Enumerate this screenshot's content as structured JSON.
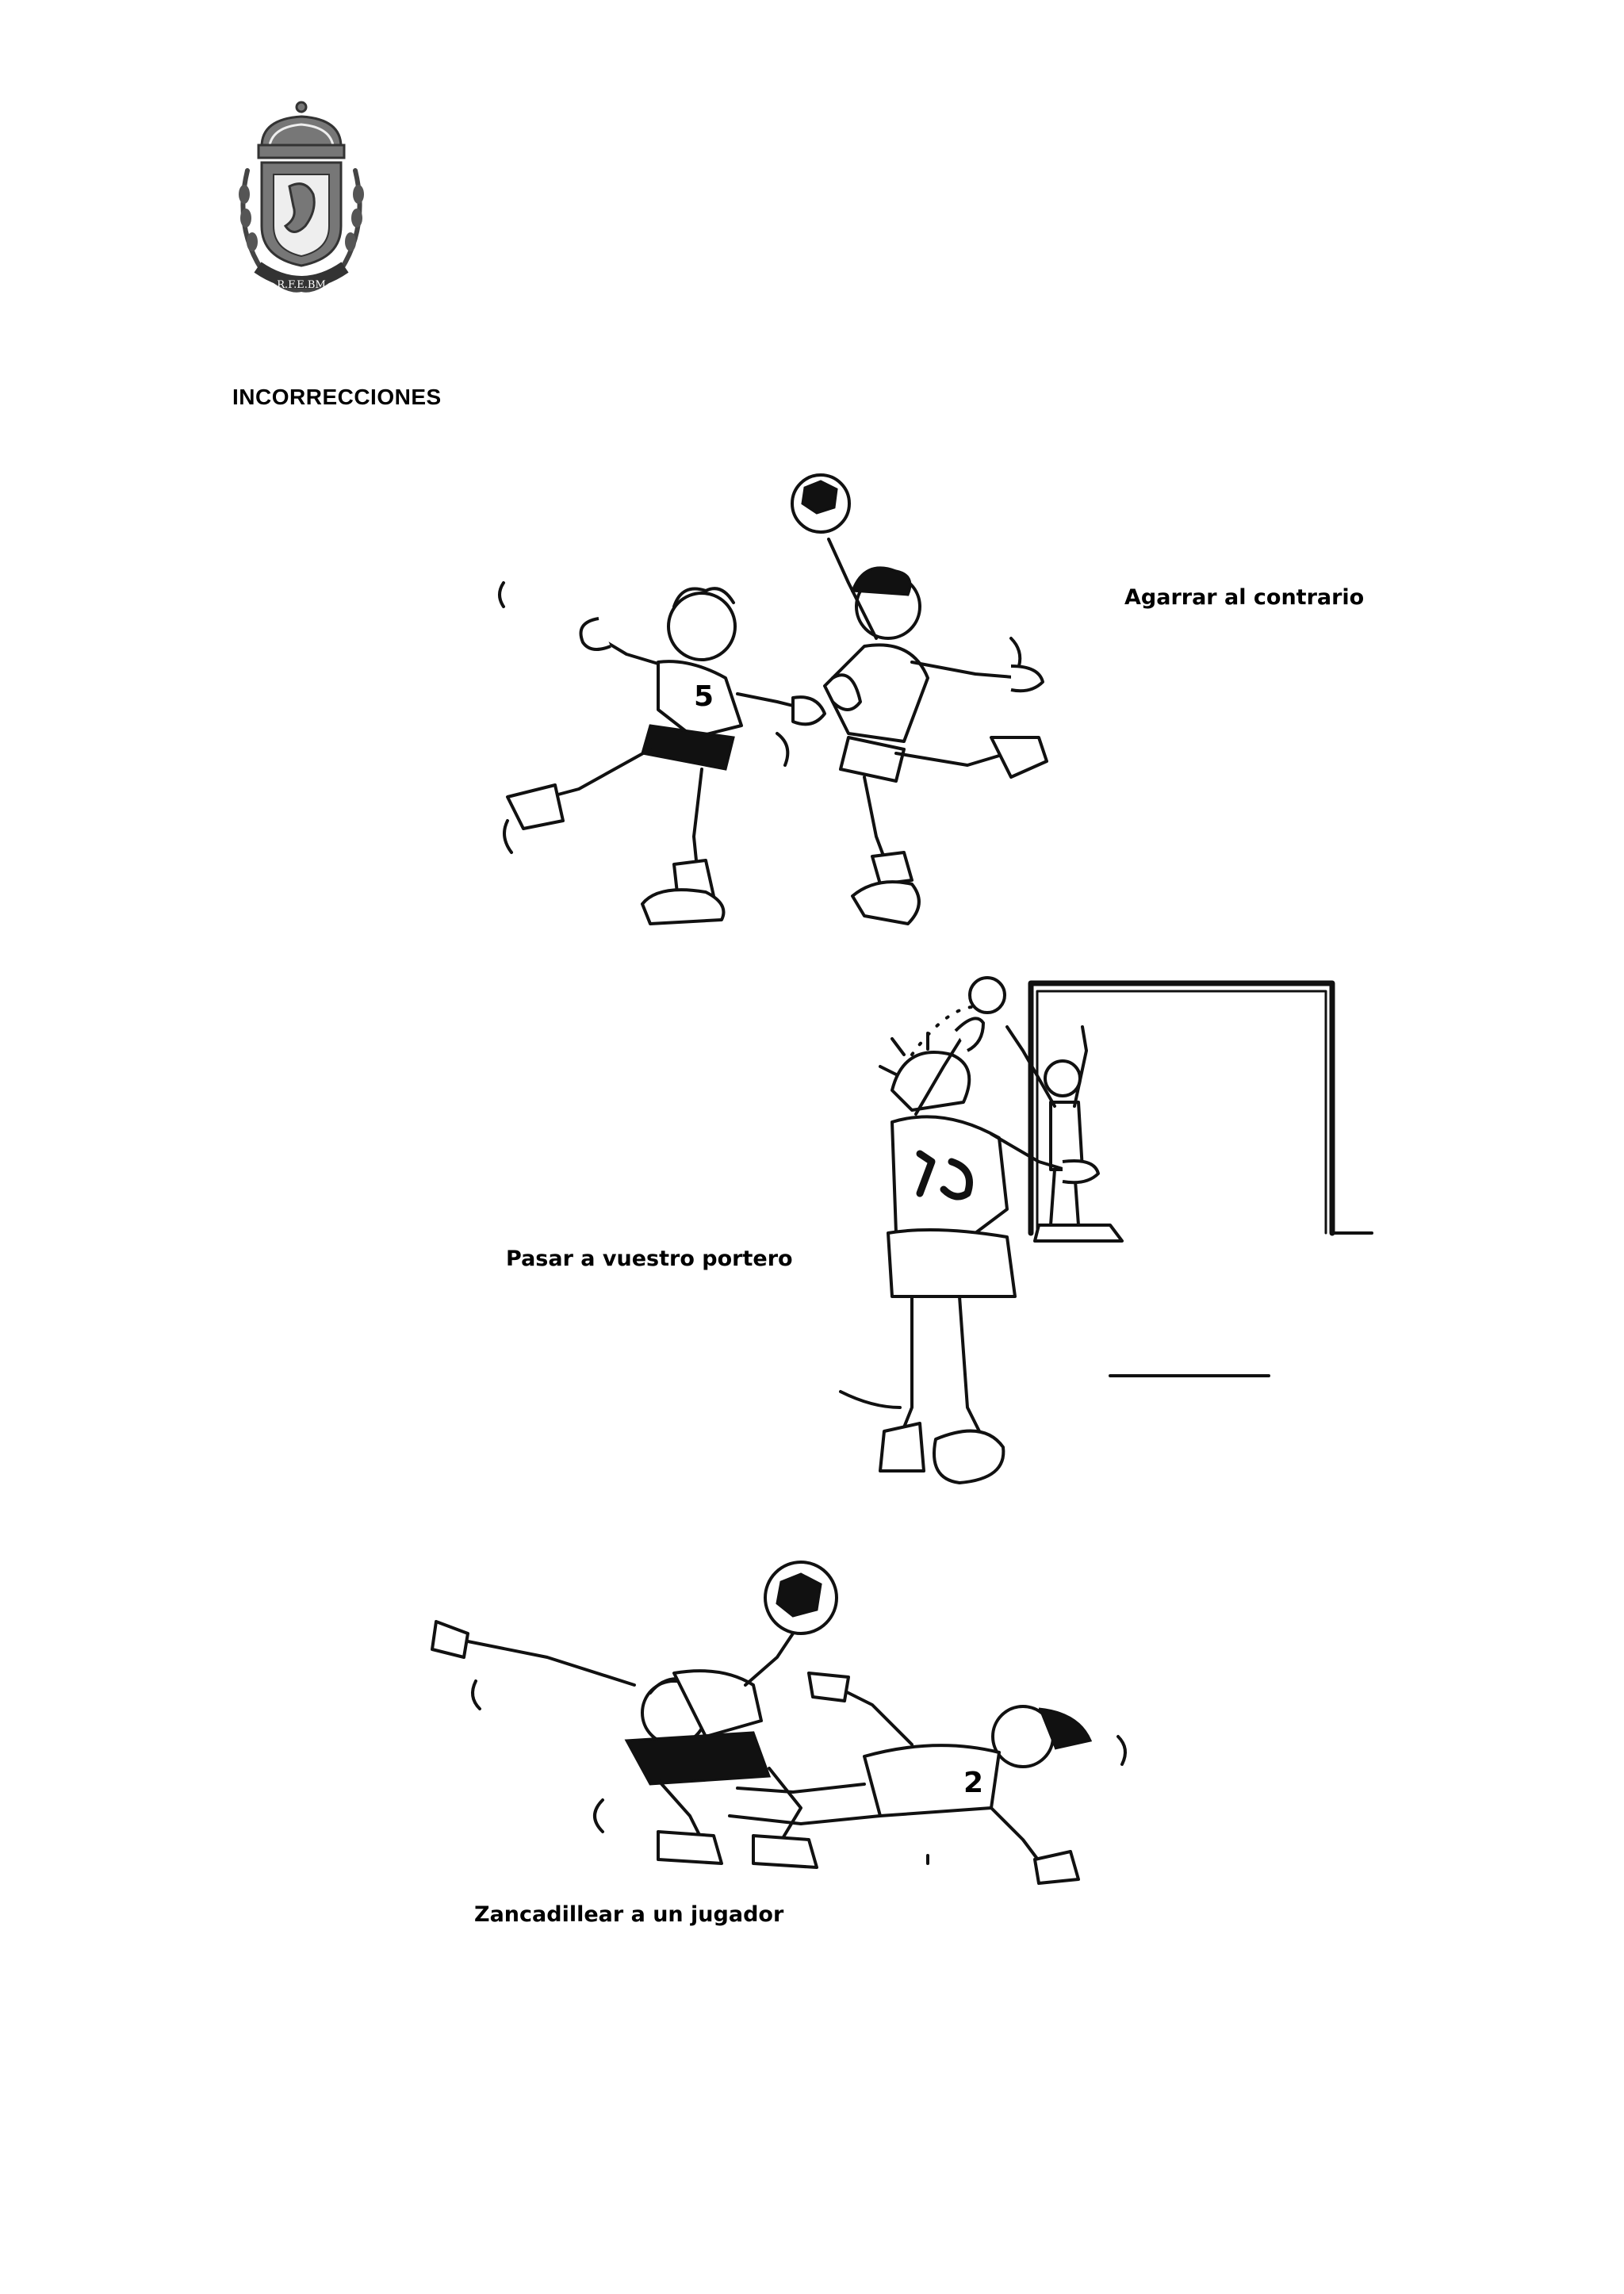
{
  "document": {
    "heading": "INCORRECCIONES",
    "crest_initials": "R.F.E.BM",
    "illustrations": [
      {
        "caption": "Agarrar al contrario",
        "icon": "holding-opponent-illustration"
      },
      {
        "caption": "Pasar a vuestro portero",
        "icon": "pass-to-goalkeeper-illustration"
      },
      {
        "caption": "Zancadillear a un jugador",
        "icon": "tripping-player-illustration"
      }
    ]
  }
}
